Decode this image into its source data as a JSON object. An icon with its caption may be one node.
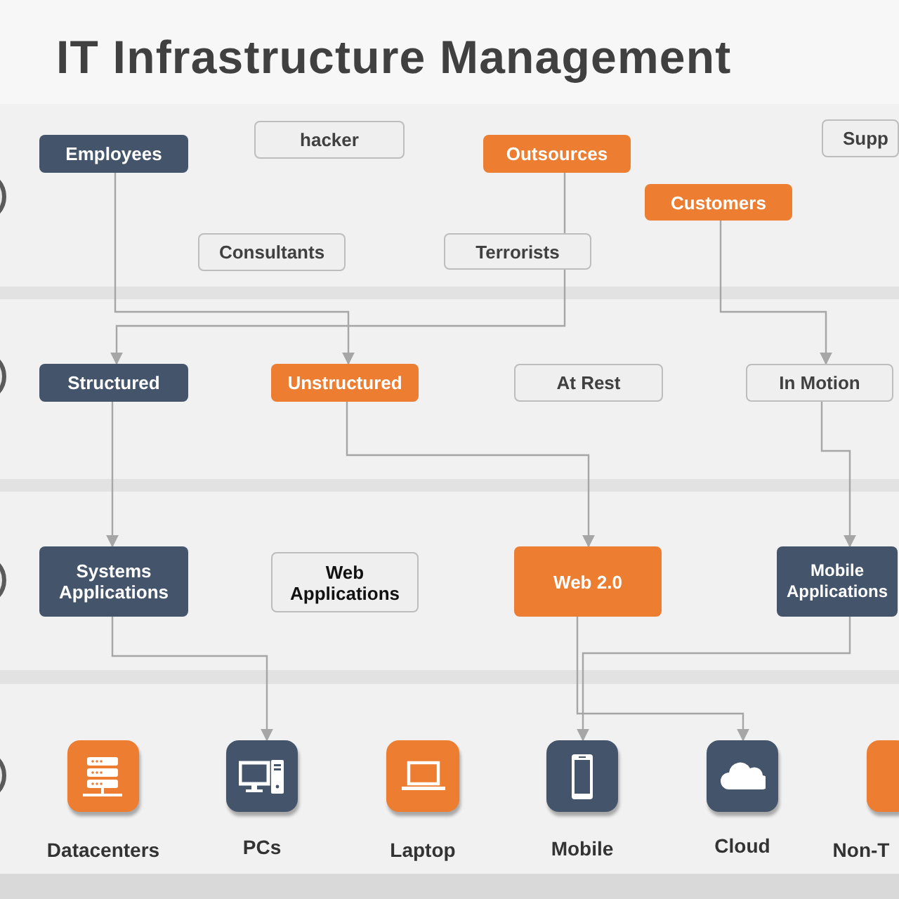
{
  "diagram": {
    "title": "IT Infrastructure Management",
    "nodes": [
      {
        "text": [
          "Employees"
        ]
      },
      {
        "text": [
          "hacker"
        ]
      },
      {
        "text": [
          "Outsources"
        ]
      },
      {
        "text": [
          "Supp"
        ]
      },
      {
        "text": [
          "Customers"
        ]
      },
      {
        "text": [
          "Consultants"
        ]
      },
      {
        "text": [
          "Terrorists"
        ]
      },
      {
        "text": [
          "Structured"
        ]
      },
      {
        "text": [
          "Unstructured"
        ]
      },
      {
        "text": [
          "At Rest"
        ]
      },
      {
        "text": [
          "In Motion"
        ]
      },
      {
        "text": [
          "Systems Applications"
        ]
      },
      {
        "text": [
          "Web Applications"
        ]
      },
      {
        "text": [
          "Web 2.0"
        ]
      },
      {
        "text": [
          "Mobile Applications"
        ]
      },
      {
        "text": [
          "Datacenters"
        ]
      },
      {
        "text": [
          "PCs"
        ]
      },
      {
        "text": [
          "Laptop"
        ]
      },
      {
        "text": [
          "Mobile"
        ]
      },
      {
        "text": [
          "Cloud"
        ]
      },
      {
        "text": [
          "Non-T"
        ]
      }
    ],
    "edges": [
      {
        "from": 0,
        "to": 8,
        "arrow": "to"
      },
      {
        "from": 2,
        "to": 6,
        "arrow": "none"
      },
      {
        "from": 6,
        "to": 7,
        "arrow": "to"
      },
      {
        "from": 4,
        "to": 10,
        "arrow": "to"
      },
      {
        "from": 7,
        "to": 11,
        "arrow": "to"
      },
      {
        "from": 8,
        "to": 13,
        "arrow": "to"
      },
      {
        "from": 10,
        "to": 14,
        "arrow": "to"
      },
      {
        "from": 11,
        "to": 16,
        "arrow": "to"
      },
      {
        "from": 13,
        "to": 19,
        "arrow": "to"
      },
      {
        "from": 14,
        "to": 18,
        "arrow": "to"
      }
    ]
  }
}
